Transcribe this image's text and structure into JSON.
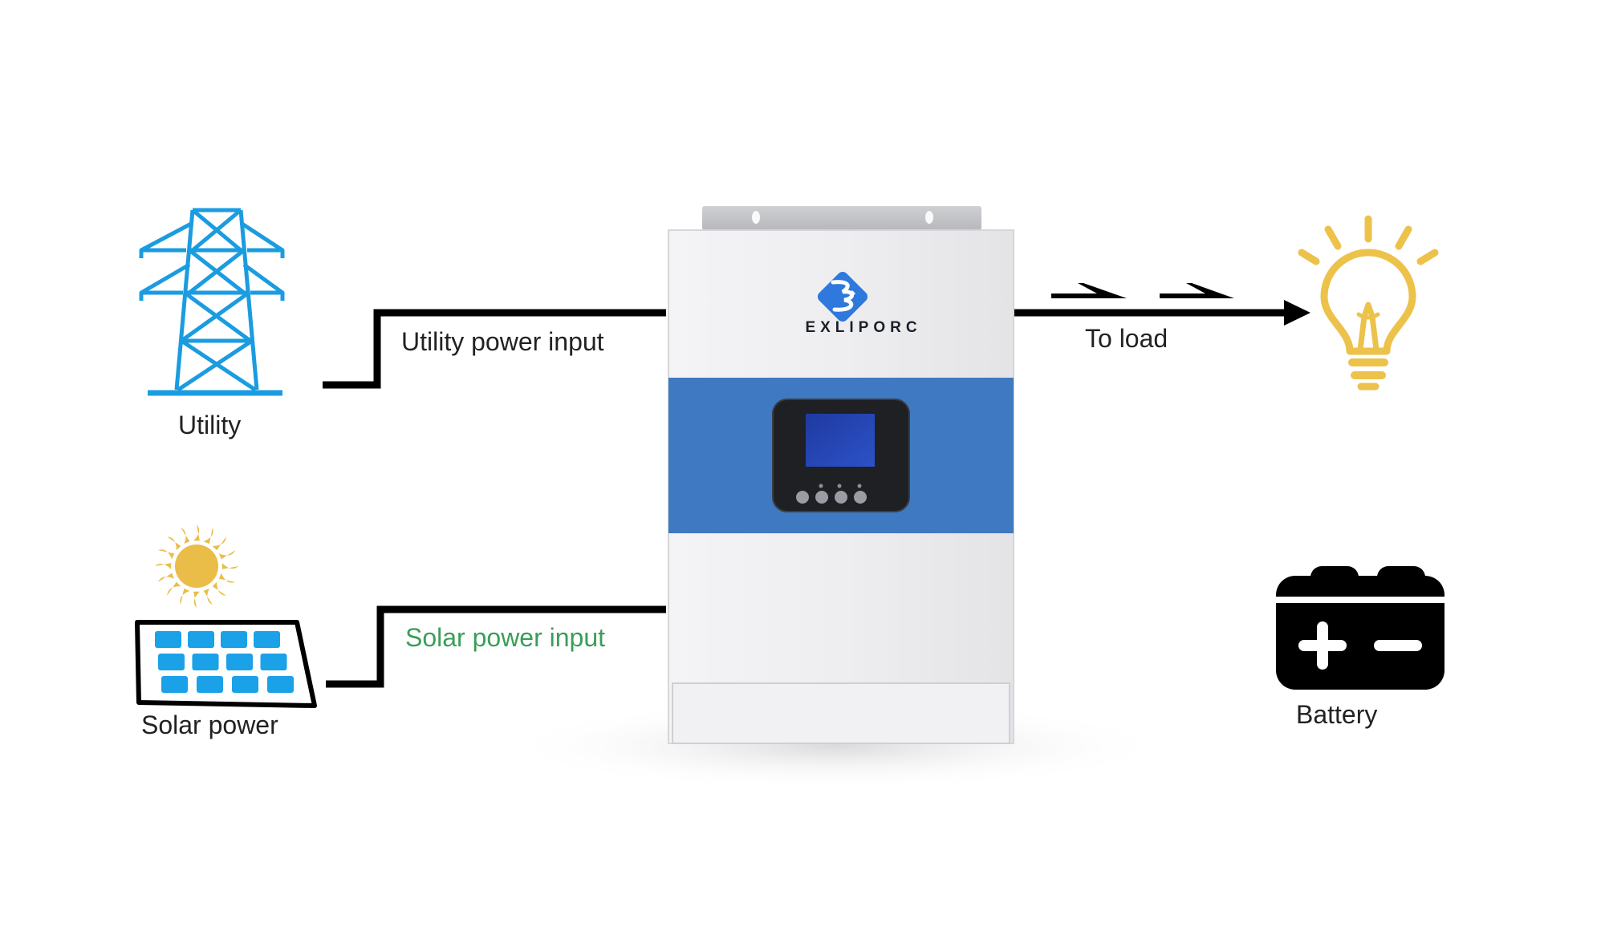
{
  "labels": {
    "utility": "Utility",
    "utility_input": "Utility power input",
    "solar": "Solar power",
    "solar_input": "Solar power input",
    "to_load": "To load",
    "battery": "Battery"
  },
  "device": {
    "brand": "EXLIPORC",
    "buttons": 4
  },
  "icons": {
    "utility": "power-tower-icon",
    "solar": "solar-panel-icon",
    "sun": "sun-icon",
    "load": "light-bulb-icon",
    "battery": "battery-icon",
    "logo": "exliporc-logo-icon"
  },
  "colors": {
    "utility_icon": "#1b9ce0",
    "solar_cell": "#1ba1e8",
    "sun": "#e9bd48",
    "bulb": "#ecc24a",
    "wire": "#000000",
    "solar_input_text": "#3a9e58",
    "device_band": "#3f79c2",
    "device_body": "#ececef",
    "screen": "#1d3aa6"
  }
}
